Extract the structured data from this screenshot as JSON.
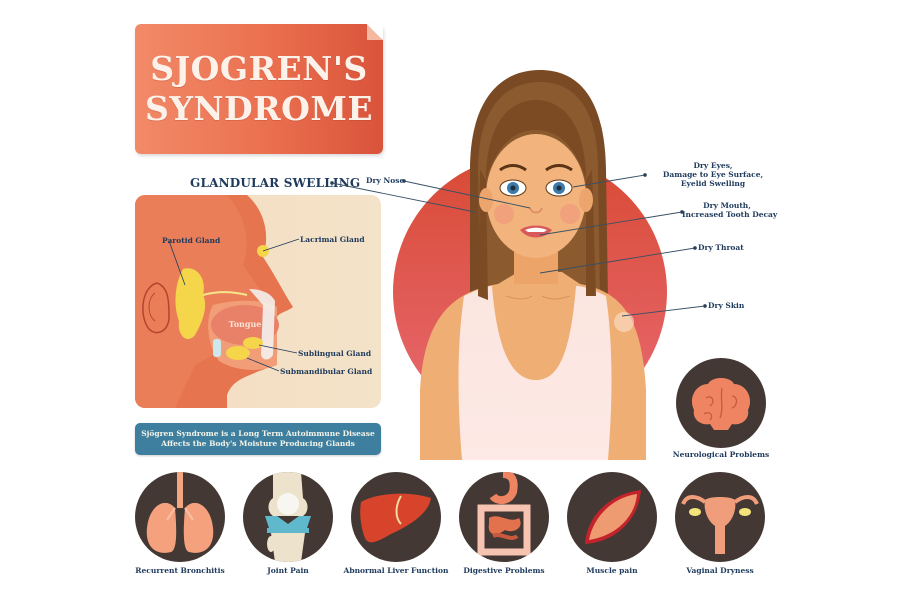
{
  "title": {
    "line1": "SJOGREN'S",
    "line2": "SYNDROME"
  },
  "glandular": {
    "heading": "GLANDULAR SWELLING",
    "labels": {
      "parotid": "Parotid Gland",
      "lacrimal": "Lacrimal Gland",
      "tongue": "Tongue",
      "sublingual": "Sublingual Gland",
      "submandibular": "Submandibular Gland"
    }
  },
  "info": {
    "line1": "Sjögren Syndrome is a Long Term Autoimmune Disease",
    "line2": "Affects the Body's Moisture Producing Glands"
  },
  "face_labels": {
    "dry_nose": "Dry Nose",
    "dry_eyes": [
      "Dry Eyes,",
      "Damage to Eye Surface,",
      "Eyelid Swelling"
    ],
    "dry_mouth": [
      "Dry Mouth,",
      "Increased Tooth Decay"
    ],
    "dry_throat": "Dry Throat",
    "dry_skin": "Dry Skin"
  },
  "symptoms": [
    {
      "label": "Neurological Problems",
      "icon": "brain-icon"
    },
    {
      "label": "Recurrent Bronchitis",
      "icon": "lungs-icon"
    },
    {
      "label": "Joint Pain",
      "icon": "knee-joint-icon"
    },
    {
      "label": "Abnormal Liver Function",
      "icon": "liver-icon"
    },
    {
      "label": "Digestive Problems",
      "icon": "intestines-icon"
    },
    {
      "label": "Muscle pain",
      "icon": "muscle-icon"
    },
    {
      "label": "Vaginal Dryness",
      "icon": "uterus-icon"
    }
  ],
  "colors": {
    "title_bg": "#ea6f4f",
    "title_text": "#fdf2ea",
    "label_text": "#1e3a5c",
    "info_bg": "#3e7fa0",
    "circle_bg": "#433834",
    "red_circle": "#dd4a3a"
  }
}
